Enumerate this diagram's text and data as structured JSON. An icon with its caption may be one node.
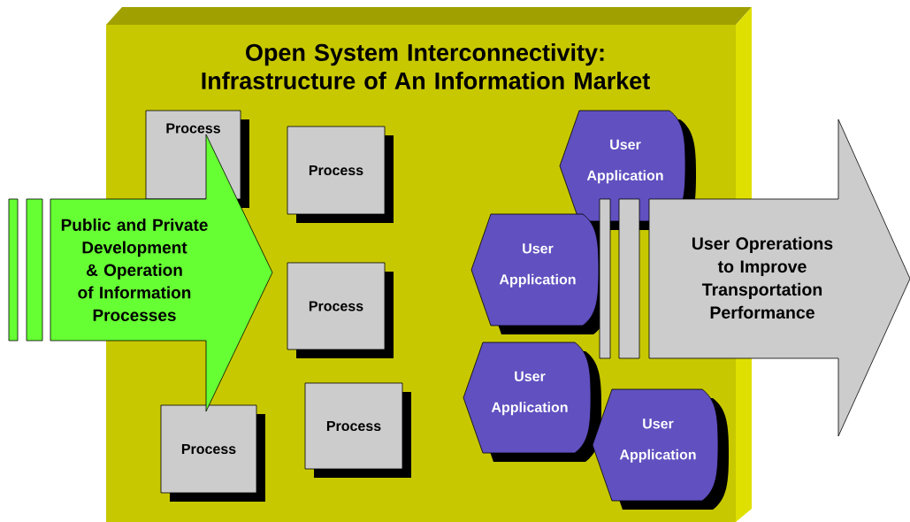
{
  "diagram": {
    "nodes": [
      {
        "text": [
          "Open System Interconnectivity: Infrastructure of An Information Market"
        ]
      },
      {
        "text": [
          "Process"
        ],
        "in": 0
      },
      {
        "text": [
          "Process"
        ],
        "in": 0
      },
      {
        "text": [
          "Process"
        ],
        "in": 0
      },
      {
        "text": [
          "Process"
        ],
        "in": 0
      },
      {
        "text": [
          "Process"
        ],
        "in": 0
      },
      {
        "text": [
          "User Application"
        ],
        "in": 0
      },
      {
        "text": [
          "User Application"
        ],
        "in": 0
      },
      {
        "text": [
          "User Application"
        ],
        "in": 0
      },
      {
        "text": [
          "User Application"
        ],
        "in": 0
      },
      {
        "text": [
          "Public and Private Development & Operation of Information Processes"
        ]
      },
      {
        "text": [
          "User Oprerations to Improve Transportation Performance"
        ]
      }
    ]
  }
}
